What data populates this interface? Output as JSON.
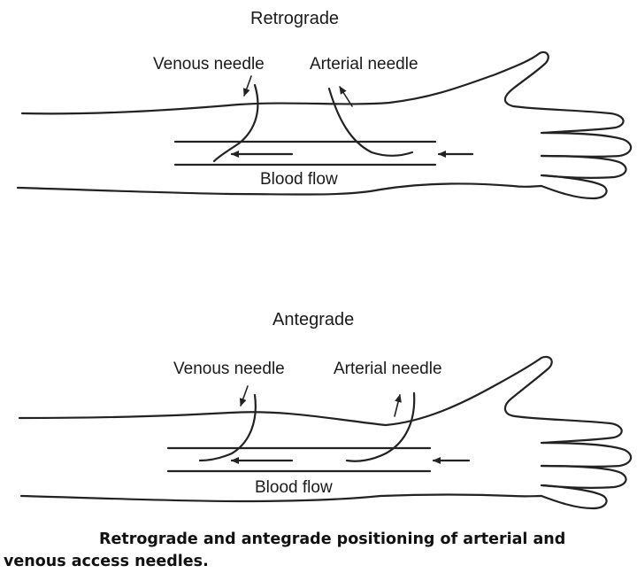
{
  "panels": {
    "retrograde": {
      "title": "Retrograde",
      "venous_label": "Venous needle",
      "arterial_label": "Arterial needle",
      "flow_label": "Blood flow"
    },
    "antegrade": {
      "title": "Antegrade",
      "venous_label": "Venous needle",
      "arterial_label": "Arterial needle",
      "flow_label": "Blood flow"
    }
  },
  "caption": {
    "line1": "Retrograde and antegrade positioning of arterial and",
    "line2": "venous access needles."
  }
}
